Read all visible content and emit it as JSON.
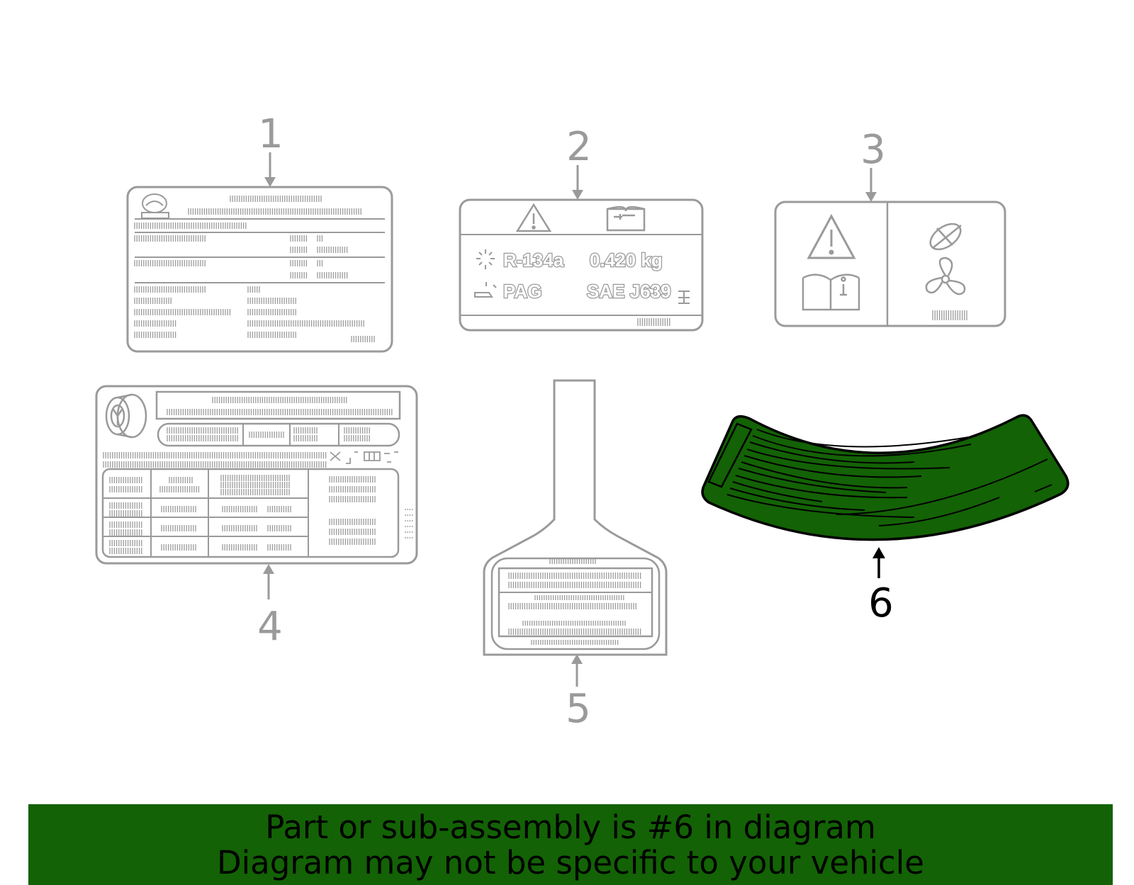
{
  "diagram": {
    "callouts": [
      "1",
      "2",
      "3",
      "4",
      "5",
      "6"
    ],
    "highlighted_part": "6",
    "label2": {
      "refrigerant": "R-134a",
      "charge": "0.420 kg",
      "oil": "PAG",
      "standard": "SAE J639"
    }
  },
  "banner": {
    "line1": "Part or sub-assembly is #6 in diagram",
    "line2": "Diagram may not be specific to your vehicle"
  },
  "colors": {
    "line_gray": "#9a9a9a",
    "highlight_green": "#136205",
    "outline_black": "#000000"
  },
  "icons": [
    "warning-icon",
    "service-manual-icon",
    "info-book-icon",
    "fan-icon",
    "tire-icon",
    "brand-logo-icon"
  ]
}
